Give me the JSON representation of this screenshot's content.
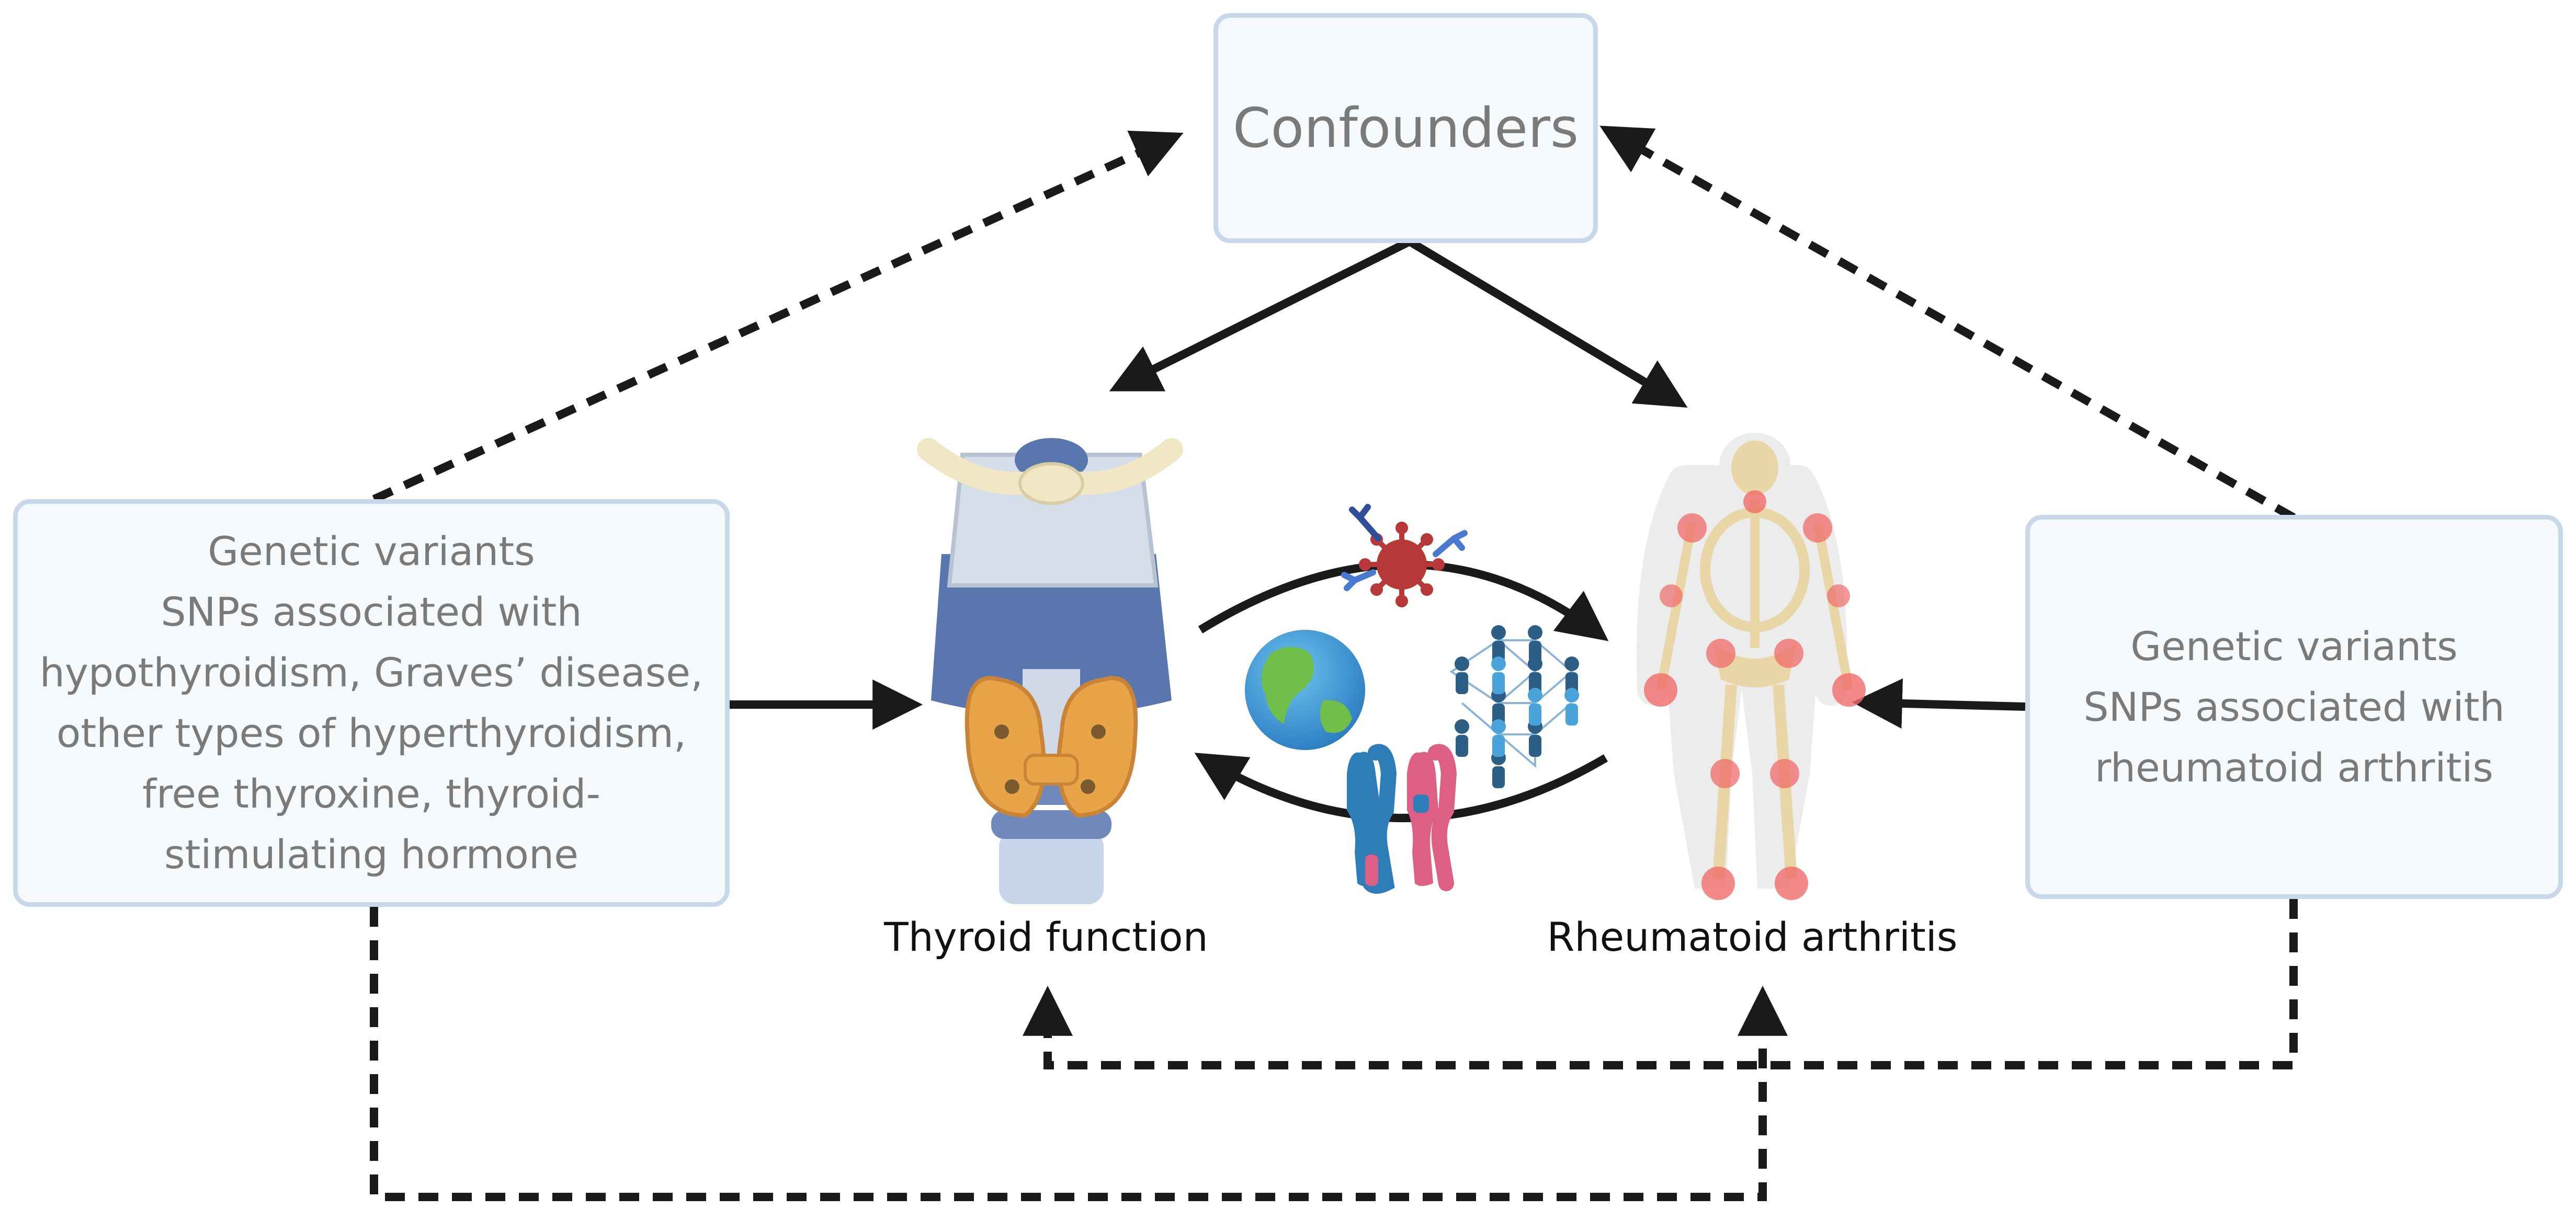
{
  "confounders": {
    "label": "Confounders"
  },
  "left_box": {
    "lines": [
      "Genetic variants",
      "SNPs associated with",
      "hypothyroidism, Graves’ disease,",
      "other types of hyperthyroidism,",
      "free thyroxine, thyroid-",
      "stimulating hormone"
    ]
  },
  "right_box": {
    "lines": [
      "Genetic variants",
      "SNPs associated with",
      "rheumatoid arthritis"
    ]
  },
  "labels": {
    "thyroid": "Thyroid function",
    "ra": "Rheumatoid arthritis"
  },
  "colors": {
    "box_fill": "#f5f9fc",
    "box_border": "#c8d8eb",
    "box_text": "#7a7a7a",
    "arrow": "#1a1a1a",
    "thyroid_cartilage": "#5a76ae",
    "thyroid_gland": "#e9a449",
    "bone": "#e8d6a6",
    "joint_inflammation": "#f06b6b",
    "virus": "#b83838",
    "chromosome_blue": "#2f7db8",
    "chromosome_red": "#de5f85"
  },
  "icons": [
    "thyroid-icon",
    "skeleton-icon",
    "virus-icon",
    "globe-icon",
    "population-icon",
    "chromosome-icon"
  ]
}
